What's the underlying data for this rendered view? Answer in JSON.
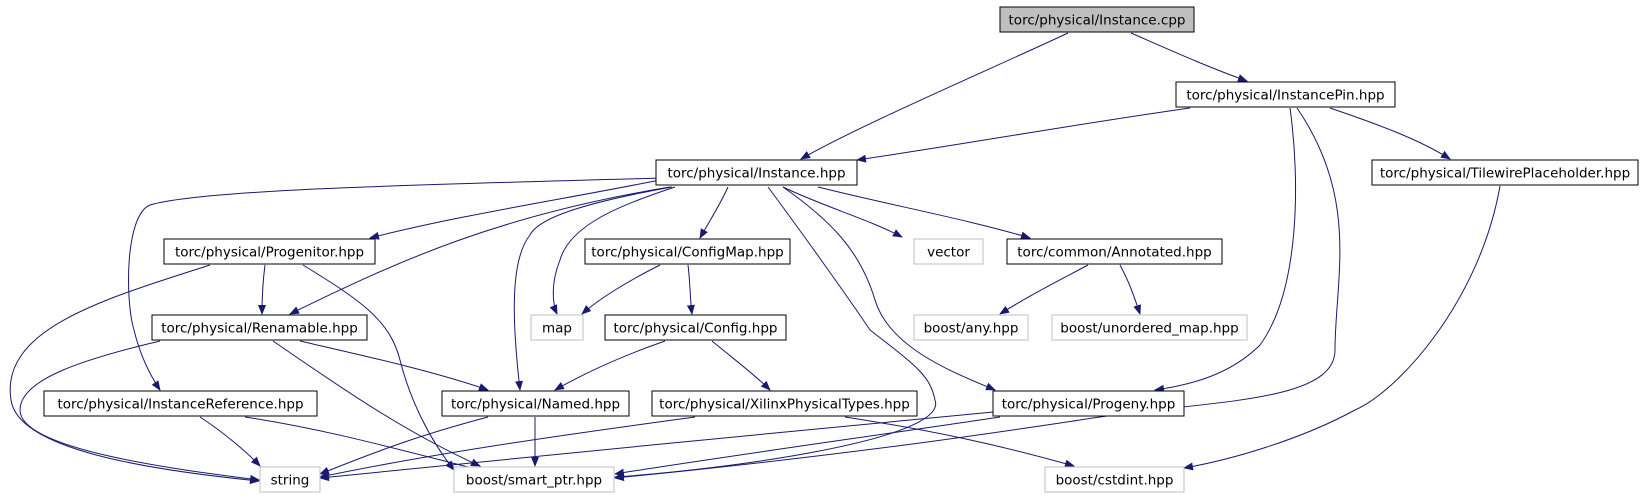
{
  "graph": {
    "colors": {
      "edge": "#191970",
      "root_fill": "#bfbfbf",
      "documented_border": "#000000",
      "external_border": "#bfbfbf",
      "node_fill": "#ffffff"
    },
    "nodes": [
      {
        "id": "instance_cpp",
        "label": "torc/physical/Instance.cpp",
        "kind": "root"
      },
      {
        "id": "instancepin_hpp",
        "label": "torc/physical/InstancePin.hpp",
        "kind": "documented"
      },
      {
        "id": "instance_hpp",
        "label": "torc/physical/Instance.hpp",
        "kind": "documented"
      },
      {
        "id": "tilewire_hpp",
        "label": "torc/physical/TilewirePlaceholder.hpp",
        "kind": "documented"
      },
      {
        "id": "progenitor_hpp",
        "label": "torc/physical/Progenitor.hpp",
        "kind": "documented"
      },
      {
        "id": "configmap_hpp",
        "label": "torc/physical/ConfigMap.hpp",
        "kind": "documented"
      },
      {
        "id": "vector",
        "label": "vector",
        "kind": "external"
      },
      {
        "id": "annotated_hpp",
        "label": "torc/common/Annotated.hpp",
        "kind": "documented"
      },
      {
        "id": "renamable_hpp",
        "label": "torc/physical/Renamable.hpp",
        "kind": "documented"
      },
      {
        "id": "map",
        "label": "map",
        "kind": "external"
      },
      {
        "id": "config_hpp",
        "label": "torc/physical/Config.hpp",
        "kind": "documented"
      },
      {
        "id": "boost_any",
        "label": "boost/any.hpp",
        "kind": "external"
      },
      {
        "id": "boost_unordered_map",
        "label": "boost/unordered_map.hpp",
        "kind": "external"
      },
      {
        "id": "instanceref_hpp",
        "label": "torc/physical/InstanceReference.hpp",
        "kind": "documented"
      },
      {
        "id": "named_hpp",
        "label": "torc/physical/Named.hpp",
        "kind": "documented"
      },
      {
        "id": "xilinx_hpp",
        "label": "torc/physical/XilinxPhysicalTypes.hpp",
        "kind": "documented"
      },
      {
        "id": "progeny_hpp",
        "label": "torc/physical/Progeny.hpp",
        "kind": "documented"
      },
      {
        "id": "string",
        "label": "string",
        "kind": "external"
      },
      {
        "id": "boost_smart_ptr",
        "label": "boost/smart_ptr.hpp",
        "kind": "external"
      },
      {
        "id": "boost_cstdint",
        "label": "boost/cstdint.hpp",
        "kind": "external"
      }
    ],
    "edges": [
      {
        "from": "instance_cpp",
        "to": "instance_hpp"
      },
      {
        "from": "instance_cpp",
        "to": "instancepin_hpp"
      },
      {
        "from": "instancepin_hpp",
        "to": "instance_hpp"
      },
      {
        "from": "instancepin_hpp",
        "to": "tilewire_hpp"
      },
      {
        "from": "instancepin_hpp",
        "to": "progeny_hpp"
      },
      {
        "from": "instancepin_hpp",
        "to": "boost_smart_ptr"
      },
      {
        "from": "tilewire_hpp",
        "to": "boost_cstdint"
      },
      {
        "from": "instance_hpp",
        "to": "instanceref_hpp"
      },
      {
        "from": "instance_hpp",
        "to": "progenitor_hpp"
      },
      {
        "from": "instance_hpp",
        "to": "renamable_hpp"
      },
      {
        "from": "instance_hpp",
        "to": "named_hpp"
      },
      {
        "from": "instance_hpp",
        "to": "map"
      },
      {
        "from": "instance_hpp",
        "to": "configmap_hpp"
      },
      {
        "from": "instance_hpp",
        "to": "boost_smart_ptr"
      },
      {
        "from": "instance_hpp",
        "to": "progeny_hpp"
      },
      {
        "from": "instance_hpp",
        "to": "vector"
      },
      {
        "from": "instance_hpp",
        "to": "annotated_hpp"
      },
      {
        "from": "progenitor_hpp",
        "to": "renamable_hpp"
      },
      {
        "from": "progenitor_hpp",
        "to": "string"
      },
      {
        "from": "progenitor_hpp",
        "to": "boost_smart_ptr"
      },
      {
        "from": "configmap_hpp",
        "to": "map"
      },
      {
        "from": "configmap_hpp",
        "to": "config_hpp"
      },
      {
        "from": "annotated_hpp",
        "to": "boost_any"
      },
      {
        "from": "annotated_hpp",
        "to": "boost_unordered_map"
      },
      {
        "from": "renamable_hpp",
        "to": "string"
      },
      {
        "from": "renamable_hpp",
        "to": "named_hpp"
      },
      {
        "from": "renamable_hpp",
        "to": "boost_smart_ptr"
      },
      {
        "from": "config_hpp",
        "to": "named_hpp"
      },
      {
        "from": "config_hpp",
        "to": "xilinx_hpp"
      },
      {
        "from": "instanceref_hpp",
        "to": "string"
      },
      {
        "from": "instanceref_hpp",
        "to": "boost_smart_ptr"
      },
      {
        "from": "named_hpp",
        "to": "string"
      },
      {
        "from": "named_hpp",
        "to": "boost_smart_ptr"
      },
      {
        "from": "xilinx_hpp",
        "to": "string"
      },
      {
        "from": "xilinx_hpp",
        "to": "boost_cstdint"
      },
      {
        "from": "progeny_hpp",
        "to": "string"
      },
      {
        "from": "progeny_hpp",
        "to": "boost_smart_ptr"
      }
    ]
  }
}
